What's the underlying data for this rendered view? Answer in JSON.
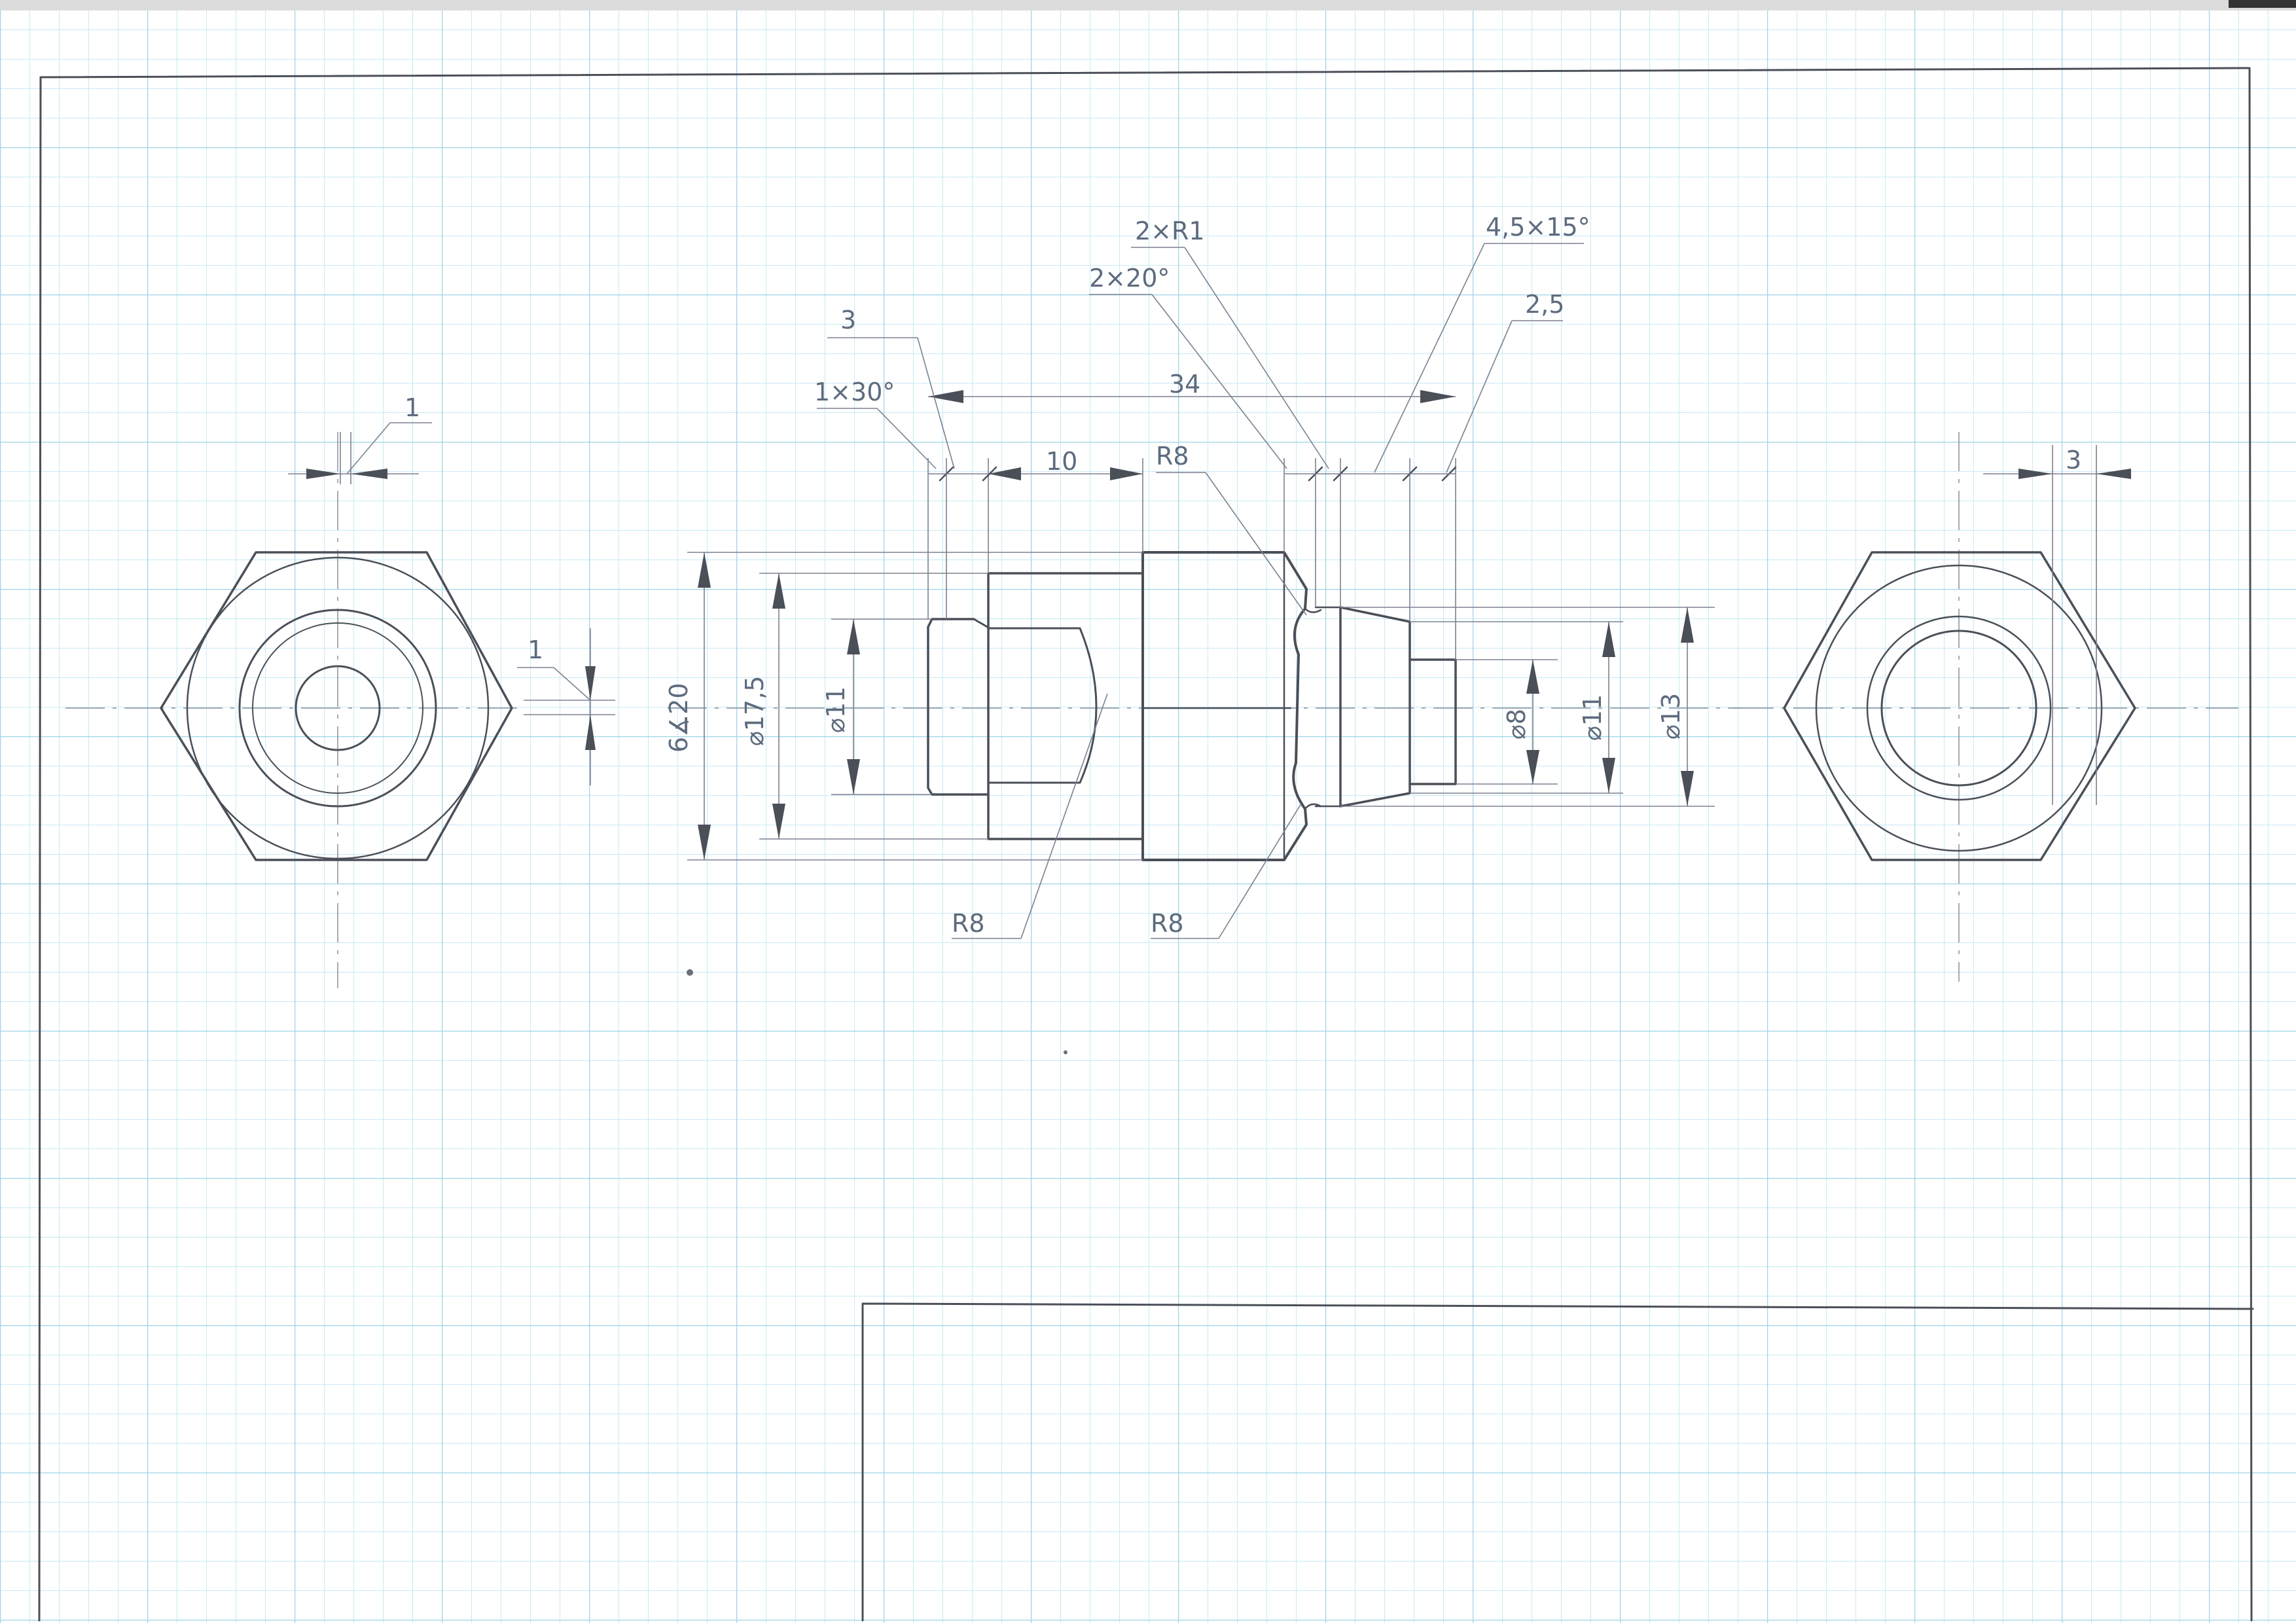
{
  "drawing": {
    "dimensions": {
      "overall_length": "34",
      "shank_length": "10",
      "neck_length": "3",
      "chamfer_left": "1×30°",
      "undercut_radius": "2×R1",
      "undercut_angle": "2×20°",
      "chamfer_right": "4,5×15°",
      "thread_runout": "2,5",
      "hex_size": "6∡20",
      "dia_collar": "⌀17,5",
      "dia_shank": "⌀11",
      "dia_pin": "⌀8",
      "dia_thread": "⌀11",
      "dia_outer": "⌀13",
      "radius_top": "R8",
      "radius_bottom_left": "R8",
      "radius_bottom_right": "R8",
      "left_view_dim_top": "1",
      "left_view_dim_side": "1",
      "right_view_dim_top": "3"
    }
  },
  "colors": {
    "paper": "#ffffff",
    "grid": "#a9dcec",
    "pencil": "#4a4f58"
  }
}
